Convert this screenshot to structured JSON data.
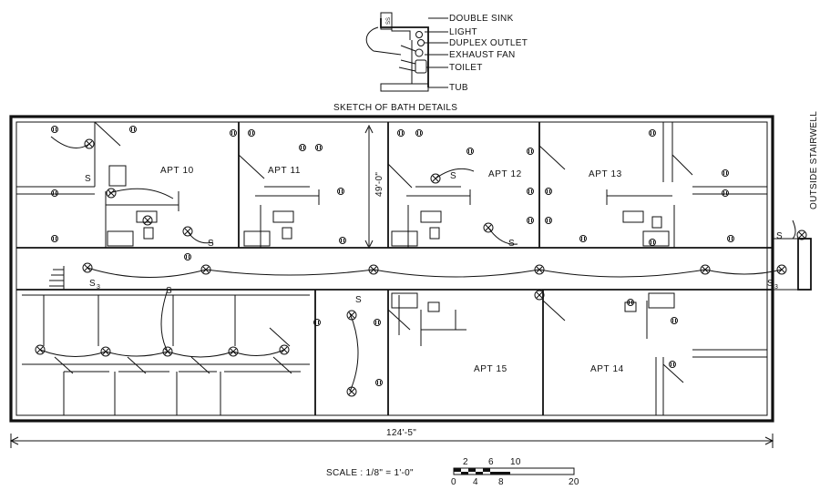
{
  "legend": {
    "items": [
      "DOUBLE SINK",
      "LIGHT",
      "DUPLEX OUTLET",
      "EXHAUST FAN",
      "TOILET",
      "TUB"
    ],
    "sink_mark": "SS",
    "caption": "SKETCH OF BATH DETAILS"
  },
  "apartments": [
    "APT 10",
    "APT 11",
    "APT 12",
    "APT 13",
    "APT 15",
    "APT 14"
  ],
  "dimensions": {
    "width": "124'-5\"",
    "depth": "49'-0\""
  },
  "stairwell_label": "OUTSIDE STAIRWELL",
  "switch_labels": {
    "single": "S",
    "three_way": "S",
    "three_way_sub": "3"
  },
  "scale": {
    "text": "SCALE : 1/8\" = 1'-0\"",
    "upper_ticks": [
      "2",
      "6",
      "10"
    ],
    "lower_ticks": [
      "0",
      "4",
      "8",
      "20"
    ]
  }
}
